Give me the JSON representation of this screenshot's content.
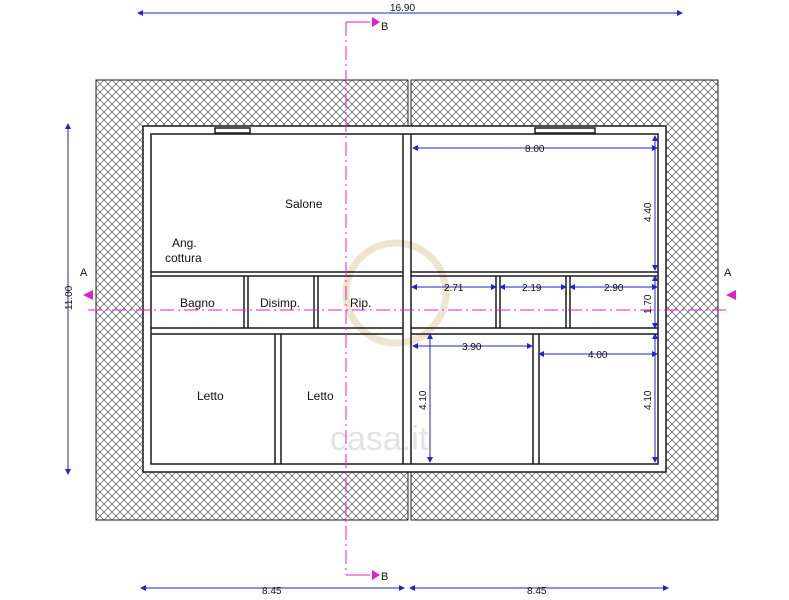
{
  "overall_width": "16.90",
  "overall_depth": "11.00",
  "half_widths": [
    "8.45",
    "8.45"
  ],
  "section_marks": {
    "a_left": "A",
    "a_right": "A",
    "b_top": "B",
    "b_bottom": "B"
  },
  "rooms_left": {
    "salone": "Salone",
    "ang_line1": "Ang.",
    "ang_line2": "cottura",
    "bagno": "Bagno",
    "disimp": "Disimp.",
    "rip": "Rip.",
    "letto_1": "Letto",
    "letto_2": "Letto"
  },
  "dims_right": {
    "top_width": "8.00",
    "top_depth": "4.40",
    "mid_1": "2.71",
    "mid_2": "2.19",
    "mid_3": "2.90",
    "mid_depth": "1.70",
    "bottom_left_width": "3.90",
    "bottom_right_width": "4.00",
    "bottom_left_depth": "4.10",
    "bottom_right_depth": "4.10"
  },
  "watermark": "casa.it",
  "colors": {
    "dimension": "#2323c8",
    "section": "#e020c8",
    "wall": "#1a1a1a",
    "hatch": "#333333"
  }
}
